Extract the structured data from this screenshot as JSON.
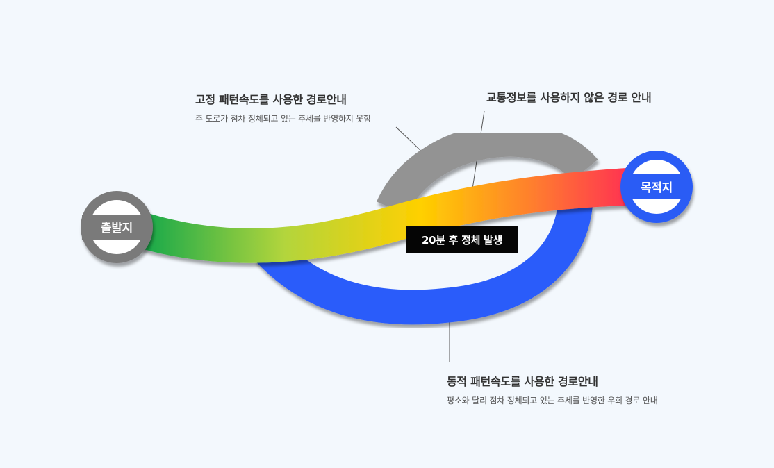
{
  "nodes": {
    "origin": {
      "label": "출발지",
      "color": "#7a7a7a"
    },
    "destination": {
      "label": "목적지",
      "color": "#2a5cf5"
    }
  },
  "routes": {
    "fixed_pattern": {
      "title": "고정 패턴속도를 사용한 경로안내",
      "description": "주 도로가 점차 정체되고 있는 추세를 반영하지 못함",
      "colors": [
        "#1aaa4a",
        "#b5d63a",
        "#ffd400",
        "#ff8a2a",
        "#ff3a4e"
      ]
    },
    "no_traffic": {
      "title": "교통정보를 사용하지 않은 경로 안내",
      "color": "#939393"
    },
    "dynamic_pattern": {
      "title": "동적 패턴속도를 사용한 경로안내",
      "description": "평소와 달리 점차 정체되고 있는 추세를 반영한 우회 경로 안내",
      "color": "#2b5cfa"
    }
  },
  "congestion_label": "20분 후 정체 발생"
}
